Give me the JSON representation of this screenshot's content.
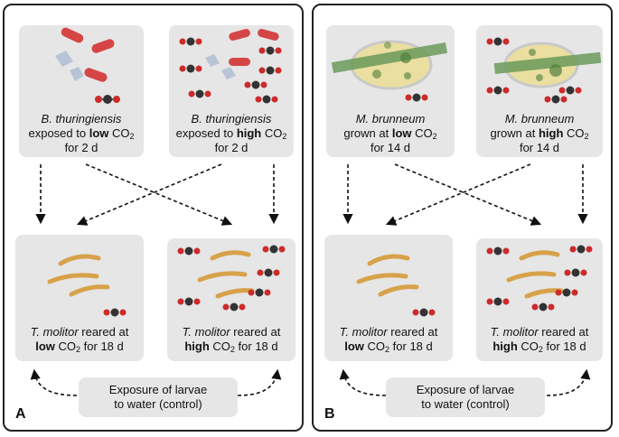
{
  "panel_a": {
    "letter": "A",
    "top_left": {
      "species": "B. thuringiensis",
      "line2_pre": "exposed to ",
      "level": "low",
      "line2_post": " CO",
      "sub": "2",
      "line3": "for 2 d"
    },
    "top_right": {
      "species": "B. thuringiensis",
      "line2_pre": "exposed to ",
      "level": "high",
      "line2_post": " CO",
      "sub": "2",
      "line3": "for 2 d"
    },
    "bottom_left": {
      "species": "T. molitor",
      "line1_post": " reared at",
      "level": "low",
      "line2_post": " CO",
      "sub": "2",
      "line2_end": " for 18 d"
    },
    "bottom_right": {
      "species": "T. molitor",
      "line1_post": " reared at",
      "level": "high",
      "line2_post": " CO",
      "sub": "2",
      "line2_end": " for 18 d"
    },
    "control": {
      "line1": "Exposure of larvae",
      "line2": "to water (control)"
    }
  },
  "panel_b": {
    "letter": "B",
    "top_left": {
      "species": "M. brunneum",
      "line2_pre": "grown at ",
      "level": "low",
      "line2_post": " CO",
      "sub": "2",
      "line3": "for 14 d"
    },
    "top_right": {
      "species": "M. brunneum",
      "line2_pre": "grown at ",
      "level": "high",
      "line2_post": " CO",
      "sub": "2",
      "line3": "for 14 d"
    },
    "bottom_left": {
      "species": "T. molitor",
      "line1_post": " reared at",
      "level": "low",
      "line2_post": " CO",
      "sub": "2",
      "line2_end": " for 18 d"
    },
    "bottom_right": {
      "species": "T. molitor",
      "line1_post": " reared at",
      "level": "high",
      "line2_post": " CO",
      "sub": "2",
      "line2_end": " for 18 d"
    },
    "control": {
      "line1": "Exposure of larvae",
      "line2": "to water (control)"
    }
  },
  "colors": {
    "box_bg": "#e6e6e6",
    "bacteria_red": "#d64545",
    "crystal": "#b8c4d6",
    "co2_black": "#333333",
    "co2_red": "#cc2b2b",
    "larva": "#d8a24a",
    "agar": "#eadfa0",
    "fungus": "#4f7f3a",
    "strip": "#6b9a5a"
  }
}
